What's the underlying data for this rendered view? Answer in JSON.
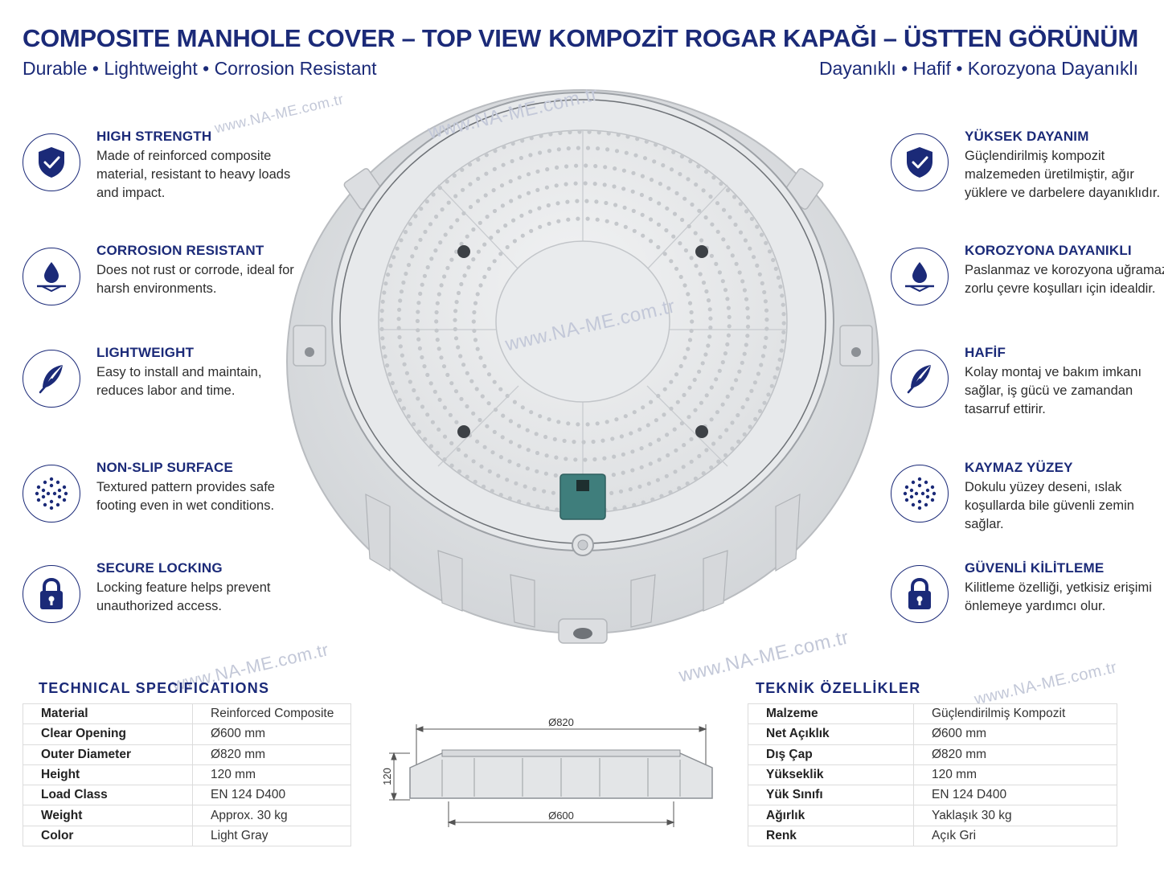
{
  "header": {
    "title_en": "COMPOSITE MANHOLE COVER – TOP VIEW",
    "title_tr": "KOMPOZİT ROGAR KAPAĞI – ÜSTTEN GÖRÜNÜM",
    "subtitle_en": "Durable • Lightweight • Corrosion Resistant",
    "subtitle_tr": "Dayanıklı • Hafif • Korozyona Dayanıklı"
  },
  "watermark": "www.NA-ME.com.tr",
  "features_en": [
    {
      "icon": "shield-check-icon",
      "title": "HIGH STRENGTH",
      "text": "Made of reinforced composite material, resistant to heavy loads and impact."
    },
    {
      "icon": "water-drop-icon",
      "title": "CORROSION RESISTANT",
      "text": "Does not rust or corrode, ideal for harsh environments."
    },
    {
      "icon": "feather-icon",
      "title": "LIGHTWEIGHT",
      "text": "Easy to install and maintain, reduces labor and time."
    },
    {
      "icon": "dot-pattern-icon",
      "title": "NON-SLIP SURFACE",
      "text": "Textured pattern provides safe footing even in wet conditions."
    },
    {
      "icon": "padlock-icon",
      "title": "SECURE LOCKING",
      "text": "Locking feature helps prevent unauthorized access."
    }
  ],
  "features_tr": [
    {
      "icon": "shield-check-icon",
      "title": "YÜKSEK DAYANIM",
      "text": "Güçlendirilmiş kompozit malzemeden üretilmiştir, ağır yüklere ve darbelere dayanıklıdır."
    },
    {
      "icon": "water-drop-icon",
      "title": "KOROZYONA DAYANIKLI",
      "text": "Paslanmaz ve korozyona uğramaz, zorlu çevre koşulları için idealdir."
    },
    {
      "icon": "feather-icon",
      "title": "HAFİF",
      "text": "Kolay montaj ve bakım imkanı sağlar, iş gücü ve zamandan tasarruf ettirir."
    },
    {
      "icon": "dot-pattern-icon",
      "title": "KAYMAZ YÜZEY",
      "text": "Dokulu yüzey deseni, ıslak koşullarda bile güvenli zemin sağlar."
    },
    {
      "icon": "padlock-icon",
      "title": "GÜVENLİ KİLİTLEME",
      "text": "Kilitleme özelliği, yetkisiz erişimi önlemeye yardımcı olur."
    }
  ],
  "specs_en": {
    "title": "TECHNICAL SPECIFICATIONS",
    "rows": [
      {
        "k": "Material",
        "v": "Reinforced Composite"
      },
      {
        "k": "Clear Opening",
        "v": "Ø600 mm"
      },
      {
        "k": "Outer Diameter",
        "v": "Ø820 mm"
      },
      {
        "k": "Height",
        "v": "120 mm"
      },
      {
        "k": "Load Class",
        "v": "EN 124 D400"
      },
      {
        "k": "Weight",
        "v": "Approx. 30 kg"
      },
      {
        "k": "Color",
        "v": "Light Gray"
      }
    ]
  },
  "specs_tr": {
    "title": "TEKNİK ÖZELLİKLER",
    "rows": [
      {
        "k": "Malzeme",
        "v": "Güçlendirilmiş Kompozit"
      },
      {
        "k": "Net Açıklık",
        "v": "Ø600 mm"
      },
      {
        "k": "Dış Çap",
        "v": "Ø820 mm"
      },
      {
        "k": "Yükseklik",
        "v": "120 mm"
      },
      {
        "k": "Yük Sınıfı",
        "v": "EN 124 D400"
      },
      {
        "k": "Ağırlık",
        "v": "Yaklaşık 30 kg"
      },
      {
        "k": "Renk",
        "v": "Açık Gri"
      }
    ]
  },
  "drawing": {
    "outer_dim": "Ø820",
    "inner_dim": "Ø600",
    "height_dim": "120"
  },
  "colors": {
    "brand_navy": "#1b2a78",
    "cover_gray": "#e4e6e8",
    "lock_teal": "#3f7e7c"
  }
}
